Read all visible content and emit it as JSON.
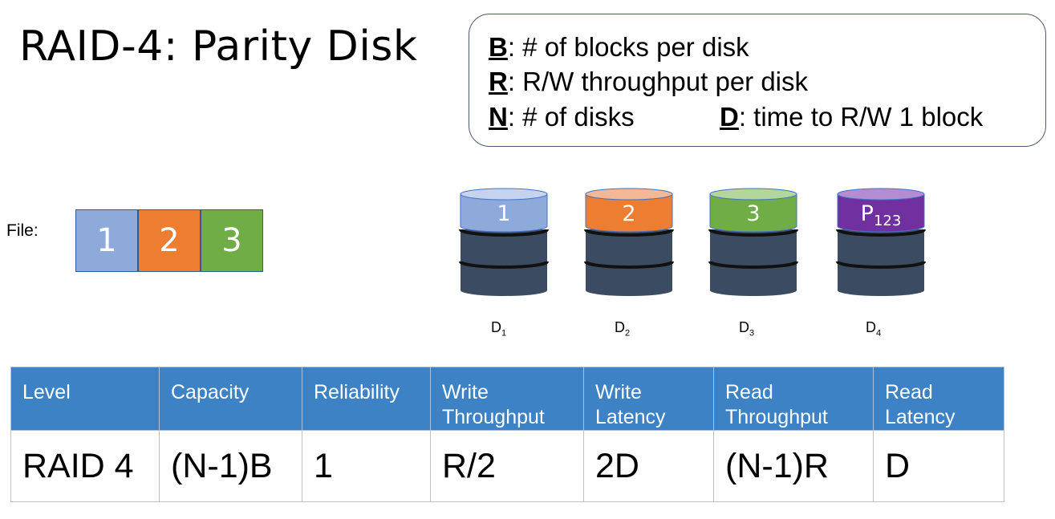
{
  "title": "RAID-4: Parity Disk",
  "legend": {
    "b_key": "B",
    "b_text": ": # of blocks per disk",
    "r_key": "R",
    "r_text": ": R/W throughput per disk",
    "n_key": "N",
    "n_text": ": # of disks",
    "d_key": "D",
    "d_text": ": time to R/W 1 block"
  },
  "file": {
    "label": "File:",
    "blocks": [
      {
        "text": "1",
        "color": "#8eaadb"
      },
      {
        "text": "2",
        "color": "#ed7d31"
      },
      {
        "text": "3",
        "color": "#70ad47"
      }
    ]
  },
  "disks": [
    {
      "name": "D",
      "sub": "1",
      "top_text": "1",
      "top_sub": "",
      "top_color": "#8eaadb",
      "top_lid": "#c5d3ee"
    },
    {
      "name": "D",
      "sub": "2",
      "top_text": "2",
      "top_sub": "",
      "top_color": "#ed7d31",
      "top_lid": "#f5b894"
    },
    {
      "name": "D",
      "sub": "3",
      "top_text": "3",
      "top_sub": "",
      "top_color": "#70ad47",
      "top_lid": "#b3d69b"
    },
    {
      "name": "D",
      "sub": "4",
      "top_text": "P",
      "top_sub": "123",
      "top_color": "#7030a0",
      "top_lid": "#b48cd2"
    }
  ],
  "table": {
    "headers": [
      [
        "Level"
      ],
      [
        "Capacity"
      ],
      [
        "Reliability"
      ],
      [
        "Write",
        "Throughput"
      ],
      [
        "Write",
        "Latency"
      ],
      [
        "Read",
        "Throughput"
      ],
      [
        "Read",
        "Latency"
      ]
    ],
    "row": [
      "RAID 4",
      "(N-1)B",
      "1",
      "R/2",
      "2D",
      "(N-1)R",
      "D"
    ]
  },
  "colors": {
    "disk_body": "#3b4b61",
    "disk_band": "#111111",
    "table_header": "#3d82c4",
    "legend_border": "#4a5a70"
  }
}
